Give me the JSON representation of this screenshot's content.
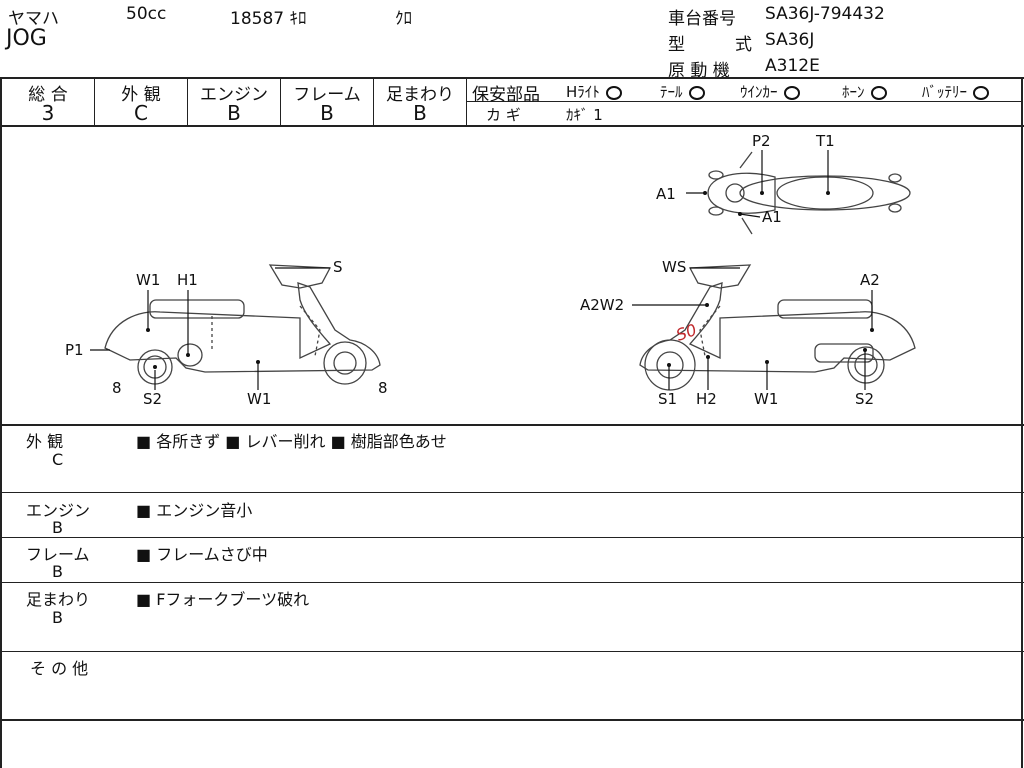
{
  "header": {
    "maker": "ヤマハ",
    "displacement": "50cc",
    "mileage": "18587 ｷﾛ",
    "color": "ｸﾛ",
    "model_name": "JOG",
    "chassis_label": "車台番号",
    "chassis_value": "SA36J-794432",
    "type_label_1": "型",
    "type_label_2": "式",
    "type_value": "SA36J",
    "engine_label": "原 動 機",
    "engine_value": "A312E"
  },
  "grades": {
    "columns": [
      {
        "label": "総 合",
        "value": "3"
      },
      {
        "label": "外 観",
        "value": "C"
      },
      {
        "label": "エンジン",
        "value": "B"
      },
      {
        "label": "フレーム",
        "value": "B"
      },
      {
        "label": "足まわり",
        "value": "B"
      }
    ],
    "safety_label": "保安部品",
    "safety_items": [
      "Hﾗｲﾄ",
      "ﾃｰﾙ",
      "ｳｲﾝｶｰ",
      "ﾎｰﾝ",
      "ﾊﾞｯﾃﾘｰ"
    ],
    "key_label": "カ ギ",
    "key_value": "ｶｷﾞ 1"
  },
  "diagram": {
    "left_labels": [
      "W1",
      "H1",
      "S",
      "P1",
      "8",
      "S2",
      "W1",
      "8"
    ],
    "right_labels": [
      "WS",
      "A2",
      "A2W2",
      "S1",
      "H2",
      "W1",
      "S2"
    ],
    "top_labels": [
      "P2",
      "T1",
      "A1",
      "A1"
    ],
    "handwritten": "S0"
  },
  "remarks": [
    {
      "category": "外 観",
      "grade": "C",
      "text": "■ 各所きず ■ レバー削れ ■ 樹脂部色あせ"
    },
    {
      "category": "エンジン",
      "grade": "B",
      "text": "■ エンジン音小"
    },
    {
      "category": "フレーム",
      "grade": "B",
      "text": "■ フレームさび中"
    },
    {
      "category": "足まわり",
      "grade": "B",
      "text": "■ Fフォークブーツ破れ"
    },
    {
      "category": "そ の 他",
      "grade": "",
      "text": ""
    }
  ]
}
